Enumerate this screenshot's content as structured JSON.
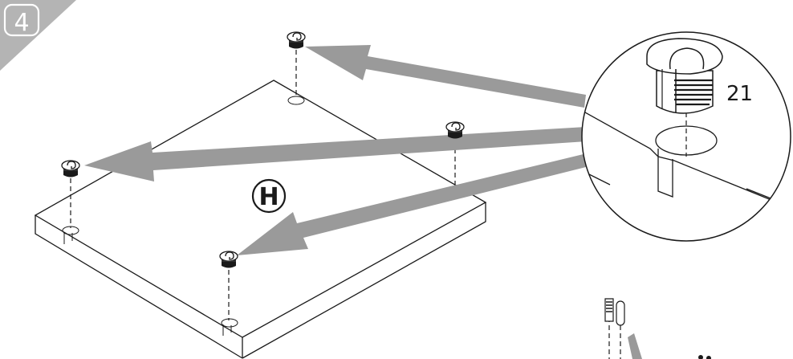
{
  "step": {
    "number": "4"
  },
  "panel": {
    "label": "H"
  },
  "detail": {
    "quantity": "21"
  },
  "colors": {
    "arrow": "#9a9a9a",
    "step_badge": "#b4b4b4",
    "ink": "#1a1a1a"
  },
  "icons": {
    "cam_fitting": "cam-lock-insert",
    "panel": "panel-board",
    "magnifier": "detail-circle"
  }
}
